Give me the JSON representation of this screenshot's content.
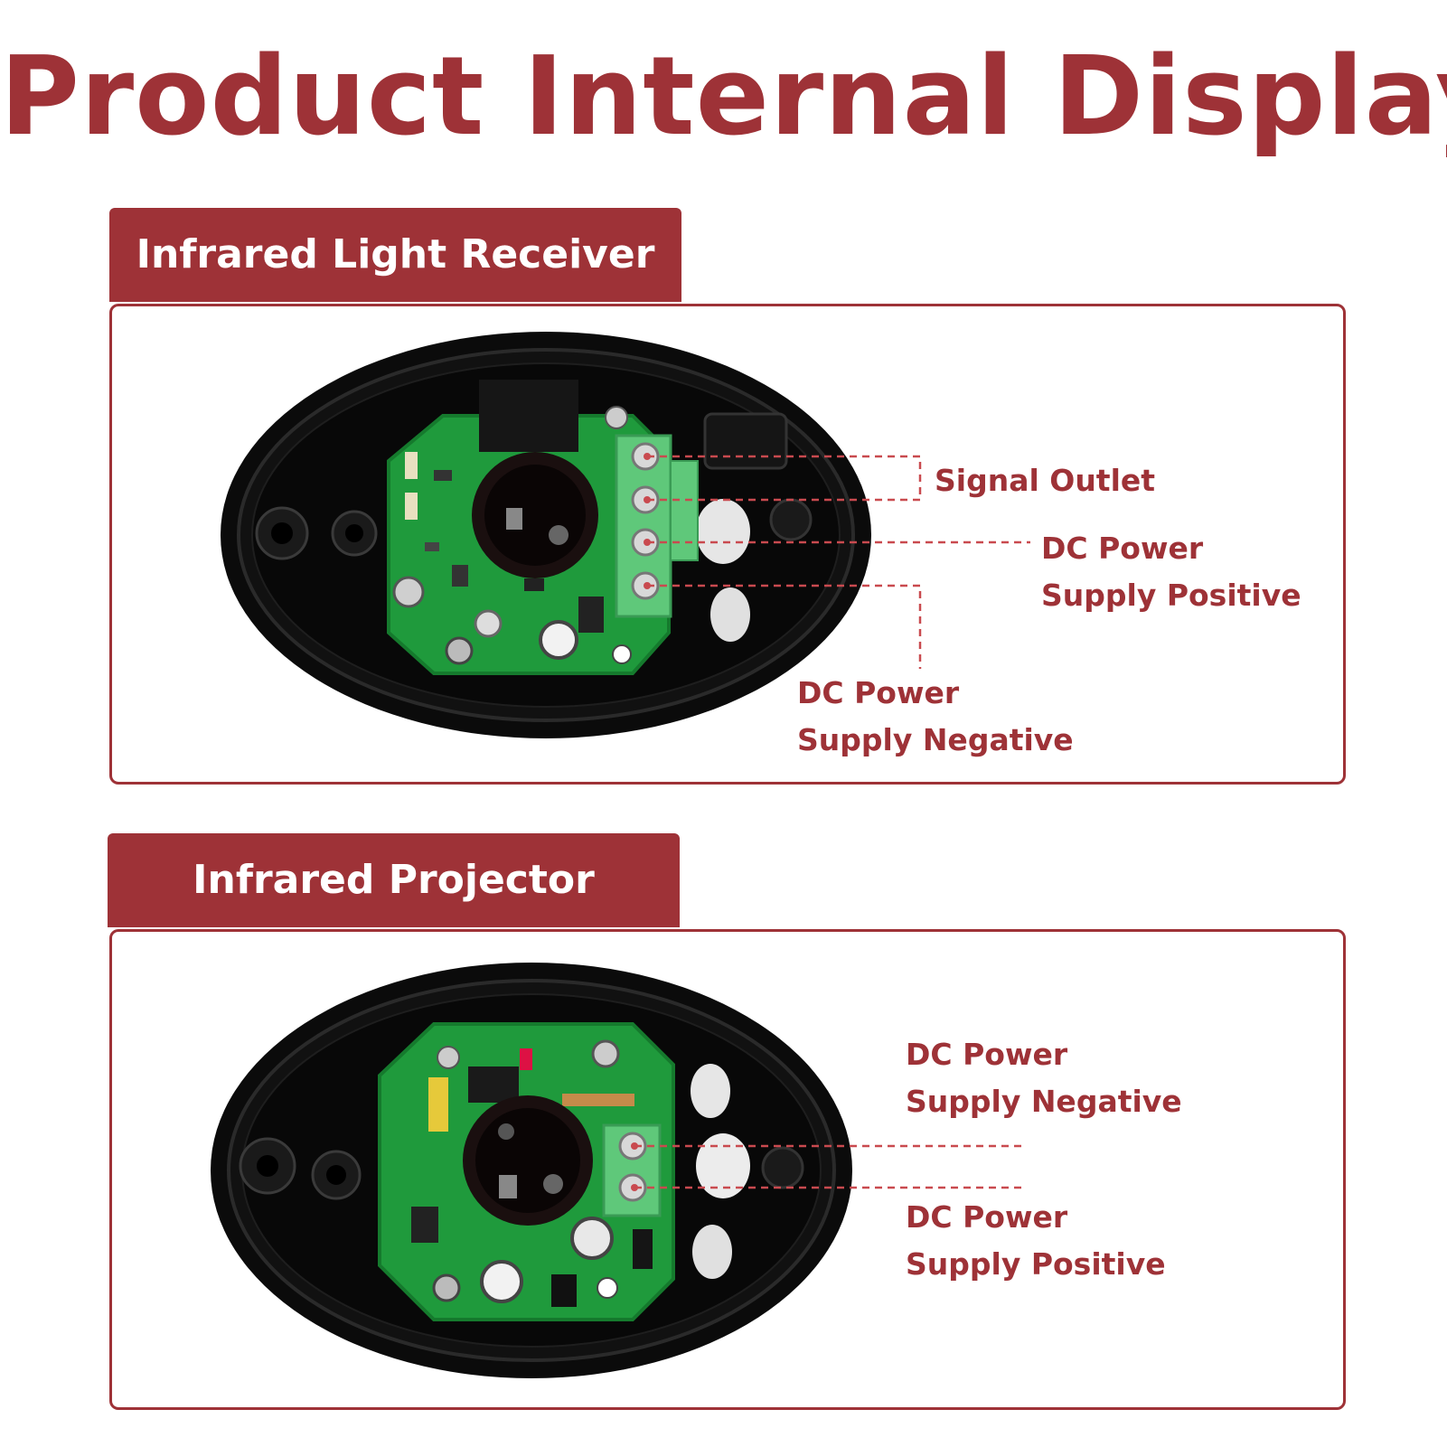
{
  "title": "Product Internal Display",
  "colors": {
    "accent": "#9e3237",
    "pcb": "#1f9a3c",
    "housing": "#0d0d0d",
    "terminal": "#5fc87a"
  },
  "receiver": {
    "heading": "Infrared Light Receiver",
    "signal_outlet": "Signal Outlet",
    "dc_positive": {
      "line1": "DC Power",
      "line2": "Supply Positive"
    },
    "dc_negative": {
      "line1": "DC Power",
      "line2": "Supply Negative"
    }
  },
  "projector": {
    "heading": "Infrared Projector",
    "dc_negative": {
      "line1": "DC Power",
      "line2": "Supply Negative"
    },
    "dc_positive": {
      "line1": "DC Power",
      "line2": "Supply Positive"
    }
  }
}
